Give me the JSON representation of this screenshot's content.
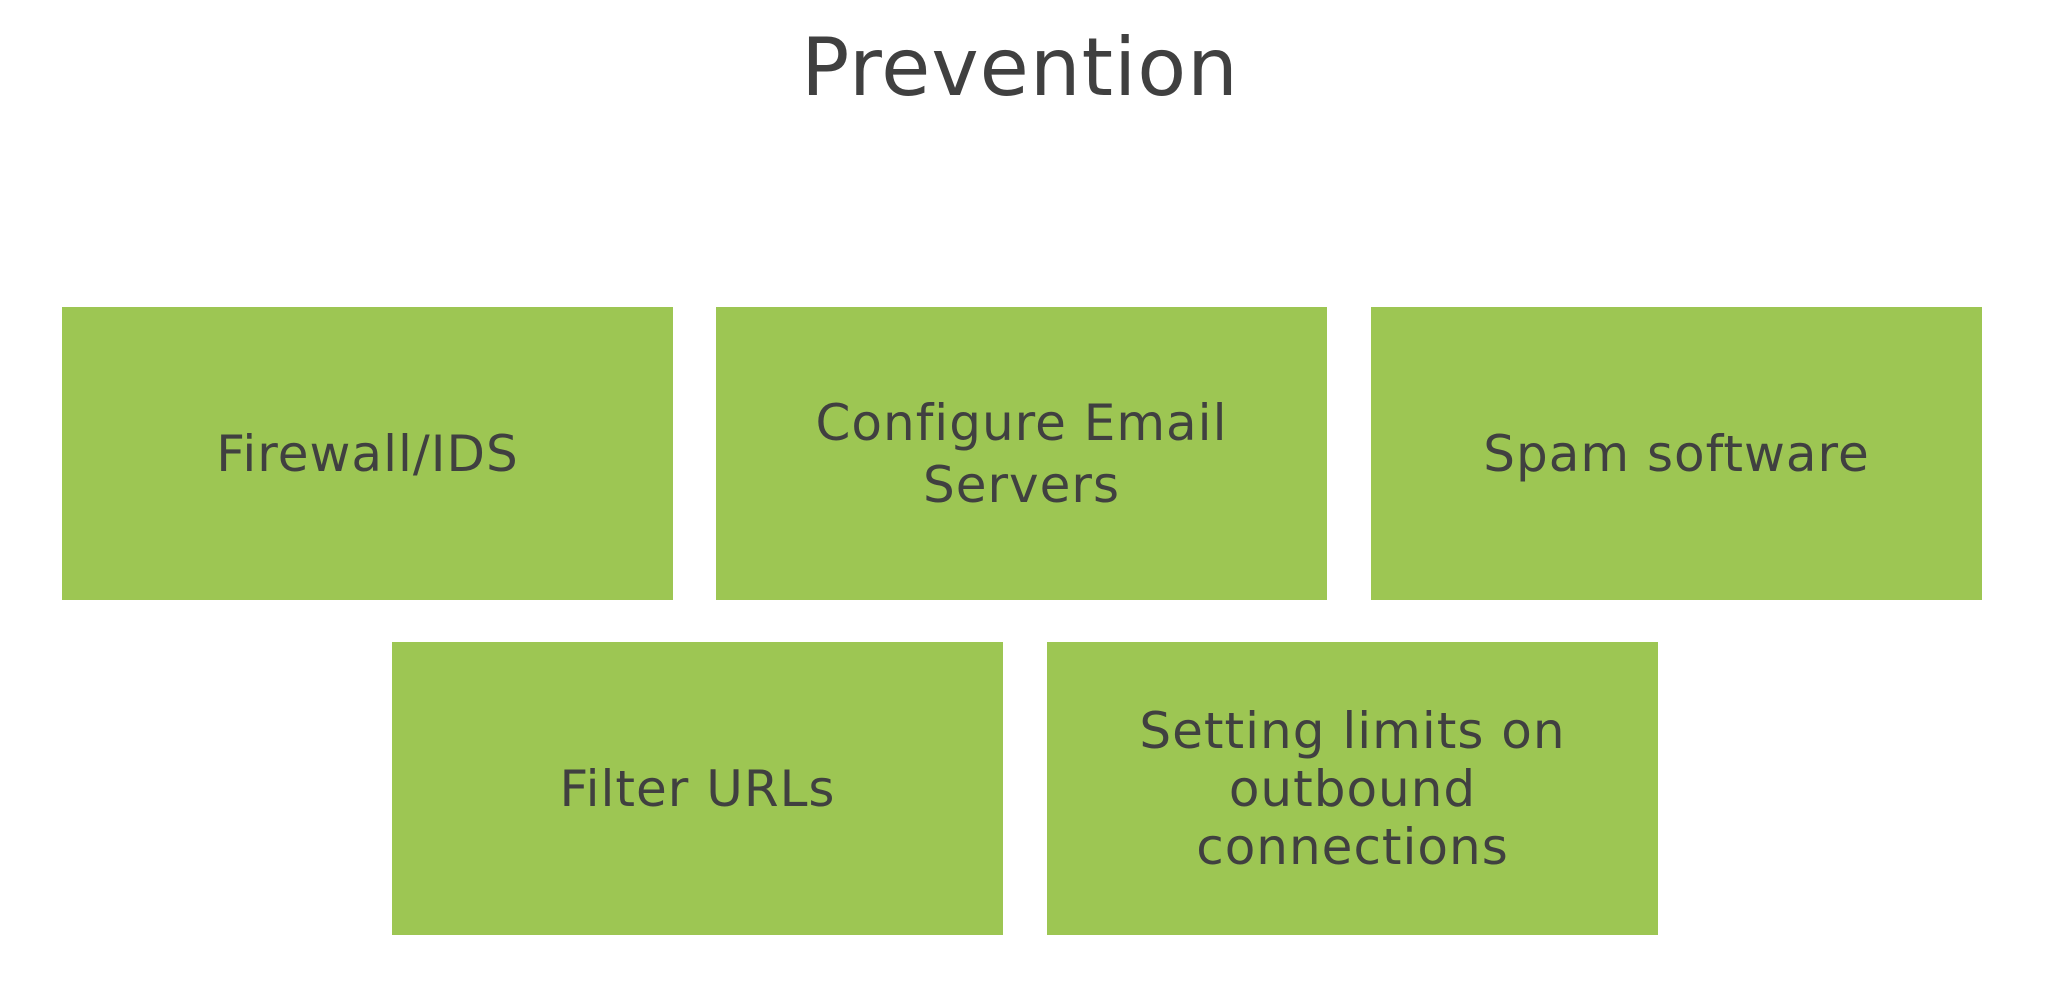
{
  "title": "Prevention",
  "colors": {
    "box_fill": "#9dc653",
    "text": "#404040",
    "background": "#ffffff"
  },
  "boxes": [
    {
      "label": "Firewall/IDS"
    },
    {
      "label": "Configure Email Servers"
    },
    {
      "label": "Spam software"
    },
    {
      "label": "Filter URLs"
    },
    {
      "label": "Setting limits on outbound connections"
    }
  ]
}
